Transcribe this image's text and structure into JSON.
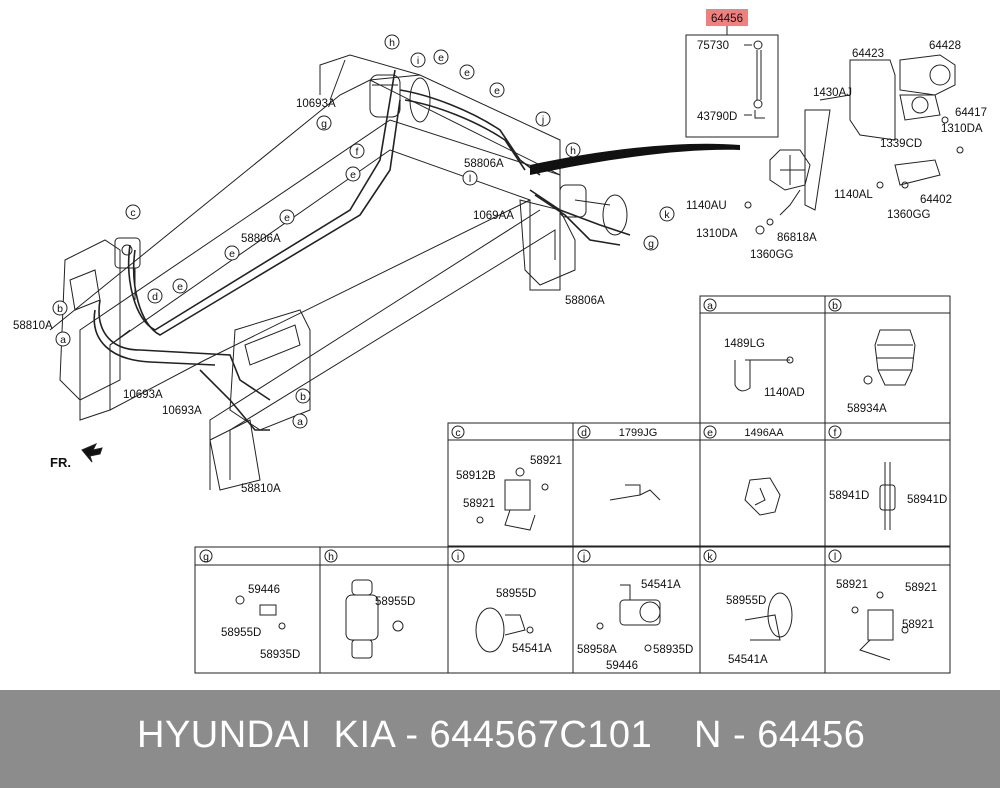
{
  "highlight_part": "64456",
  "main_labels": {
    "l_75730": "75730",
    "l_43790d": "43790D",
    "l_64423": "64423",
    "l_64428": "64428",
    "l_1430aj": "1430AJ",
    "l_64417": "64417",
    "l_1310da_a": "1310DA",
    "l_1339cd": "1339CD",
    "l_1140au": "1140AU",
    "l_1140al": "1140AL",
    "l_64402": "64402",
    "l_1360gg_a": "1360GG",
    "l_1310da_b": "1310DA",
    "l_86818a": "86818A",
    "l_1360gg_b": "1360GG",
    "l_10693a_a": "10693A",
    "l_58806a_a": "58806A",
    "l_1069aa": "1069AA",
    "l_58806a_b": "58806A",
    "l_58806a_c": "58806A",
    "l_58810a_a": "58810A",
    "l_10693a_b": "10693A",
    "l_10693a_c": "10693A",
    "l_58810a_b": "58810A",
    "l_fr": "FR."
  },
  "callout_letters": [
    "h",
    "i",
    "e",
    "e",
    "g",
    "f",
    "e",
    "e",
    "j",
    "h",
    "l",
    "k",
    "g",
    "c",
    "e",
    "e",
    "d",
    "e",
    "b",
    "a",
    "b",
    "a"
  ],
  "detail_boxes": [
    {
      "letter": "a",
      "title": "",
      "labels": [
        "1489LG",
        "1140AD"
      ]
    },
    {
      "letter": "b",
      "title": "",
      "labels": [
        "58934A"
      ]
    },
    {
      "letter": "c",
      "title": "",
      "labels": [
        "58912B",
        "58921",
        "58921"
      ]
    },
    {
      "letter": "d",
      "title": "1799JG",
      "labels": []
    },
    {
      "letter": "e",
      "title": "1496AA",
      "labels": []
    },
    {
      "letter": "f",
      "title": "",
      "labels": [
        "58941D",
        "58941D"
      ]
    },
    {
      "letter": "g",
      "title": "",
      "labels": [
        "59446",
        "58955D",
        "58935D"
      ]
    },
    {
      "letter": "h",
      "title": "",
      "labels": [
        "58955D"
      ]
    },
    {
      "letter": "i",
      "title": "",
      "labels": [
        "58955D",
        "54541A"
      ]
    },
    {
      "letter": "j",
      "title": "",
      "labels": [
        "54541A",
        "58958A",
        "58935D",
        "59446"
      ]
    },
    {
      "letter": "k",
      "title": "",
      "labels": [
        "58955D",
        "54541A"
      ]
    },
    {
      "letter": "l",
      "title": "",
      "labels": [
        "58921",
        "58921",
        "58921"
      ]
    }
  ],
  "footer": {
    "brand_line": "HYUNDAI  KIA - 644567C101",
    "ref_line": "N - 64456"
  },
  "colors": {
    "highlight_fill": "#f08080",
    "footer_bg": "#8c8c8c",
    "footer_text": "#ffffff"
  }
}
